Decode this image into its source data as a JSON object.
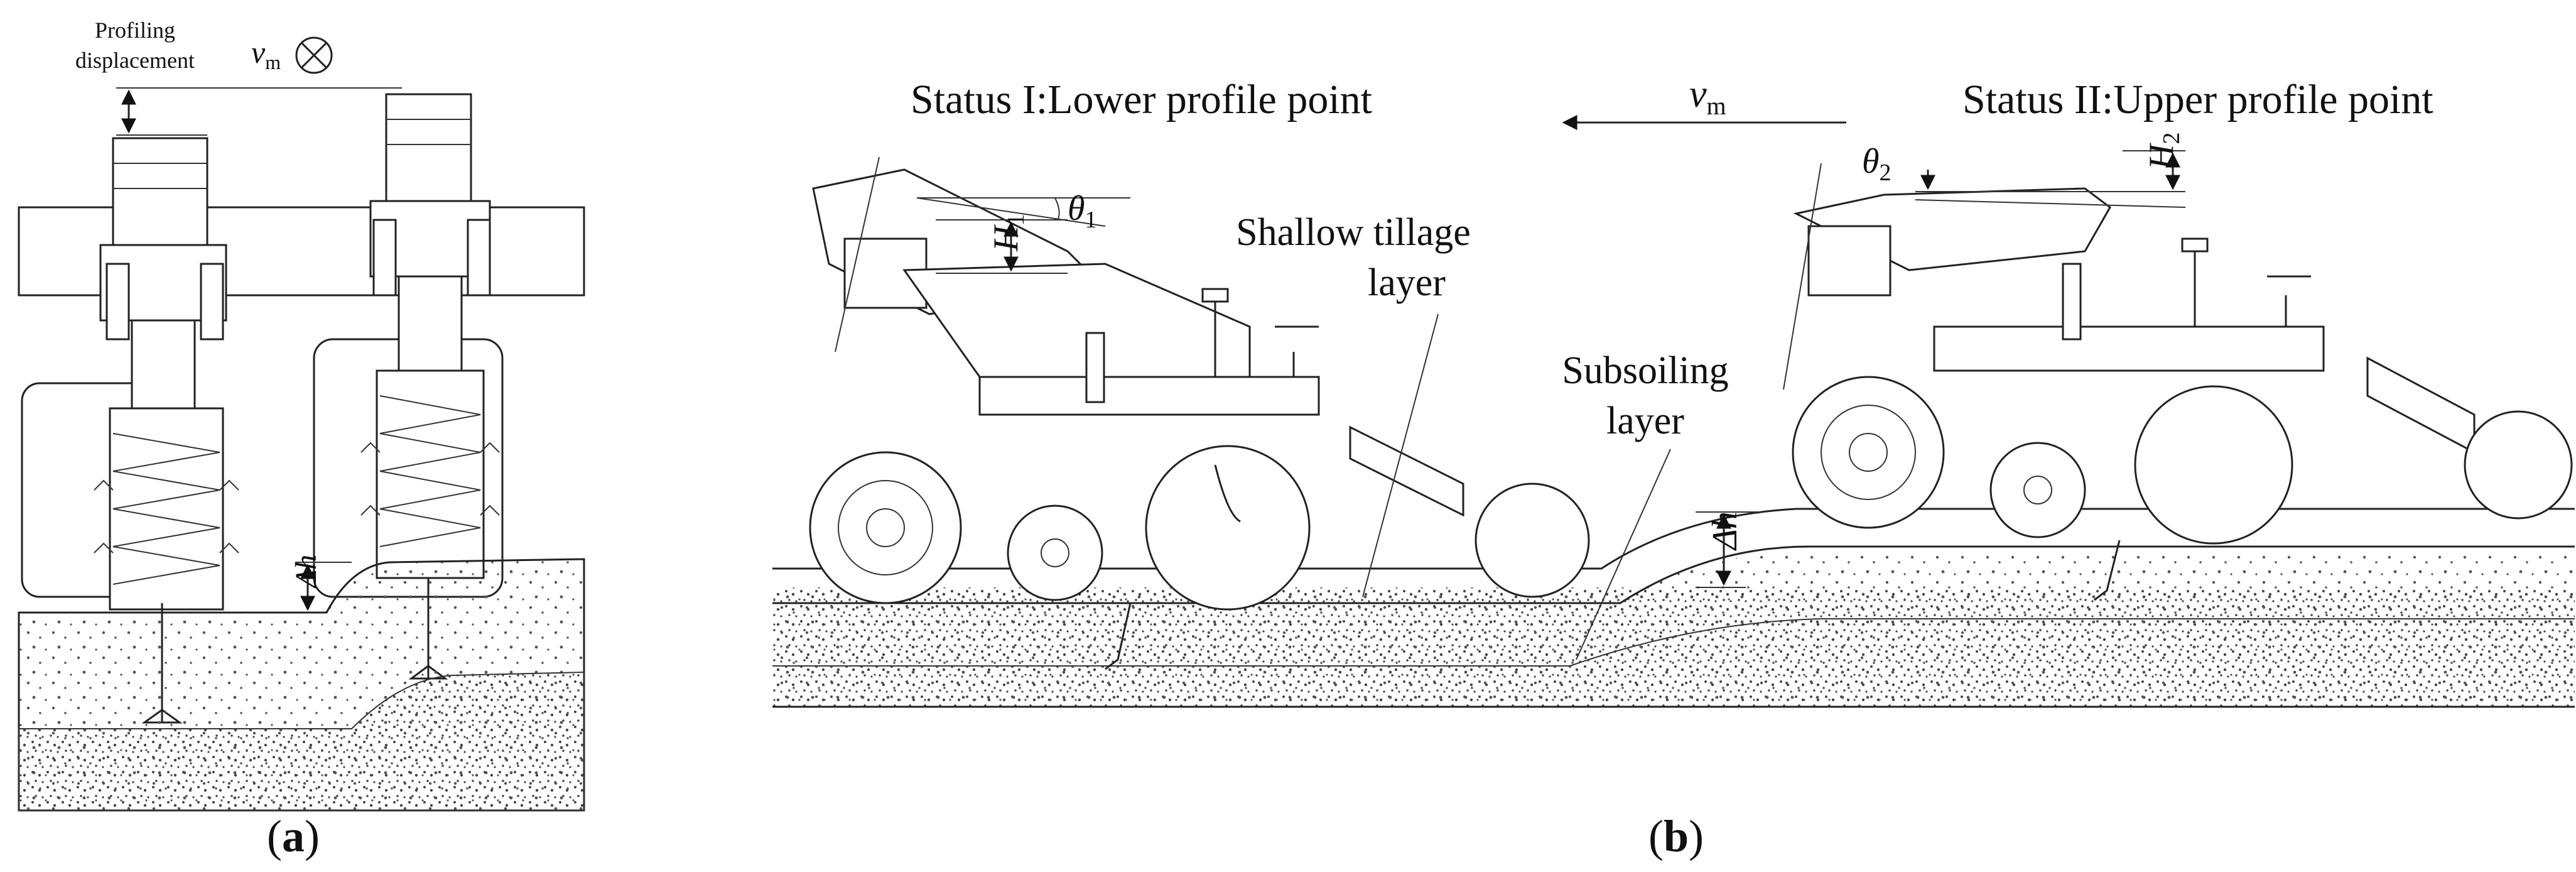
{
  "panel_a": {
    "profiling_line1": "Profiling",
    "profiling_line2": "displacement",
    "velocity_symbol": "v",
    "velocity_sub": "m",
    "into_page_icon": "circle-cross-icon",
    "delta_h": "Δh",
    "caption_open": "(",
    "caption_letter": "a",
    "caption_close": ")"
  },
  "panel_b": {
    "status_1": "Status I:Lower profile point",
    "status_2": "Status II:Upper profile point",
    "velocity_symbol": "v",
    "velocity_sub": "m",
    "theta1": "θ",
    "theta1_sub": "1",
    "theta2": "θ",
    "theta2_sub": "2",
    "h1": "H",
    "h1_sub": "1",
    "h2": "H",
    "h2_sub": "2",
    "delta_h": "Δh",
    "shallow_line1": "Shallow tillage",
    "shallow_line2": "layer",
    "subsoil_line1": "Subsoiling",
    "subsoil_line2": "layer",
    "caption_open": "(",
    "caption_letter": "b",
    "caption_close": ")"
  },
  "colors": {
    "ink": "#111111",
    "soil_dot": "#555555"
  }
}
